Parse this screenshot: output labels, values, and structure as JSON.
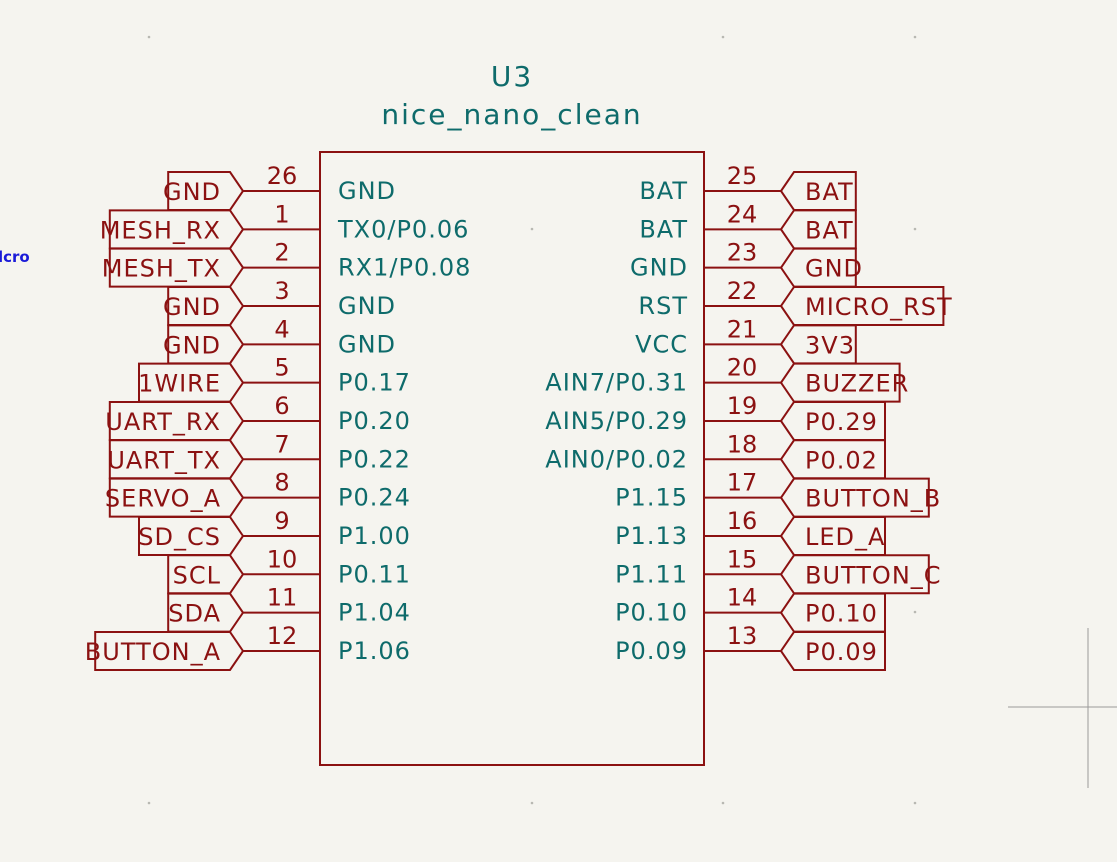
{
  "component": {
    "reference": "U3",
    "value": "nice_nano_clean"
  },
  "offscreen_label": "lcro",
  "left_pins": [
    {
      "number": "26",
      "name": "GND",
      "label": "GND"
    },
    {
      "number": "1",
      "name": "TX0/P0.06",
      "label": "MESH_RX"
    },
    {
      "number": "2",
      "name": "RX1/P0.08",
      "label": "MESH_TX"
    },
    {
      "number": "3",
      "name": "GND",
      "label": "GND"
    },
    {
      "number": "4",
      "name": "GND",
      "label": "GND"
    },
    {
      "number": "5",
      "name": "P0.17",
      "label": "1WIRE"
    },
    {
      "number": "6",
      "name": "P0.20",
      "label": "UART_RX"
    },
    {
      "number": "7",
      "name": "P0.22",
      "label": "UART_TX"
    },
    {
      "number": "8",
      "name": "P0.24",
      "label": "SERVO_A"
    },
    {
      "number": "9",
      "name": "P1.00",
      "label": "SD_CS"
    },
    {
      "number": "10",
      "name": "P0.11",
      "label": "SCL"
    },
    {
      "number": "11",
      "name": "P1.04",
      "label": "SDA"
    },
    {
      "number": "12",
      "name": "P1.06",
      "label": "BUTTON_A"
    }
  ],
  "right_pins": [
    {
      "number": "25",
      "name": "BAT",
      "label": "BAT"
    },
    {
      "number": "24",
      "name": "BAT",
      "label": "BAT"
    },
    {
      "number": "23",
      "name": "GND",
      "label": "GND"
    },
    {
      "number": "22",
      "name": "RST",
      "label": "MICRO_RST"
    },
    {
      "number": "21",
      "name": "VCC",
      "label": "3V3"
    },
    {
      "number": "20",
      "name": "AIN7/P0.31",
      "label": "BUZZER"
    },
    {
      "number": "19",
      "name": "AIN5/P0.29",
      "label": "P0.29"
    },
    {
      "number": "18",
      "name": "AIN0/P0.02",
      "label": "P0.02"
    },
    {
      "number": "17",
      "name": "P1.15",
      "label": "BUTTON_B"
    },
    {
      "number": "16",
      "name": "P1.13",
      "label": "LED_A"
    },
    {
      "number": "15",
      "name": "P1.11",
      "label": "BUTTON_C"
    },
    {
      "number": "14",
      "name": "P0.10",
      "label": "P0.10"
    },
    {
      "number": "13",
      "name": "P0.09",
      "label": "P0.09"
    }
  ],
  "colors": {
    "background": "#f5f4ef",
    "symbol_body": "#8b1111",
    "pin_text": "#0e6b6b",
    "label": "#8b1111",
    "offscreen_label": "#1a1ad8"
  }
}
